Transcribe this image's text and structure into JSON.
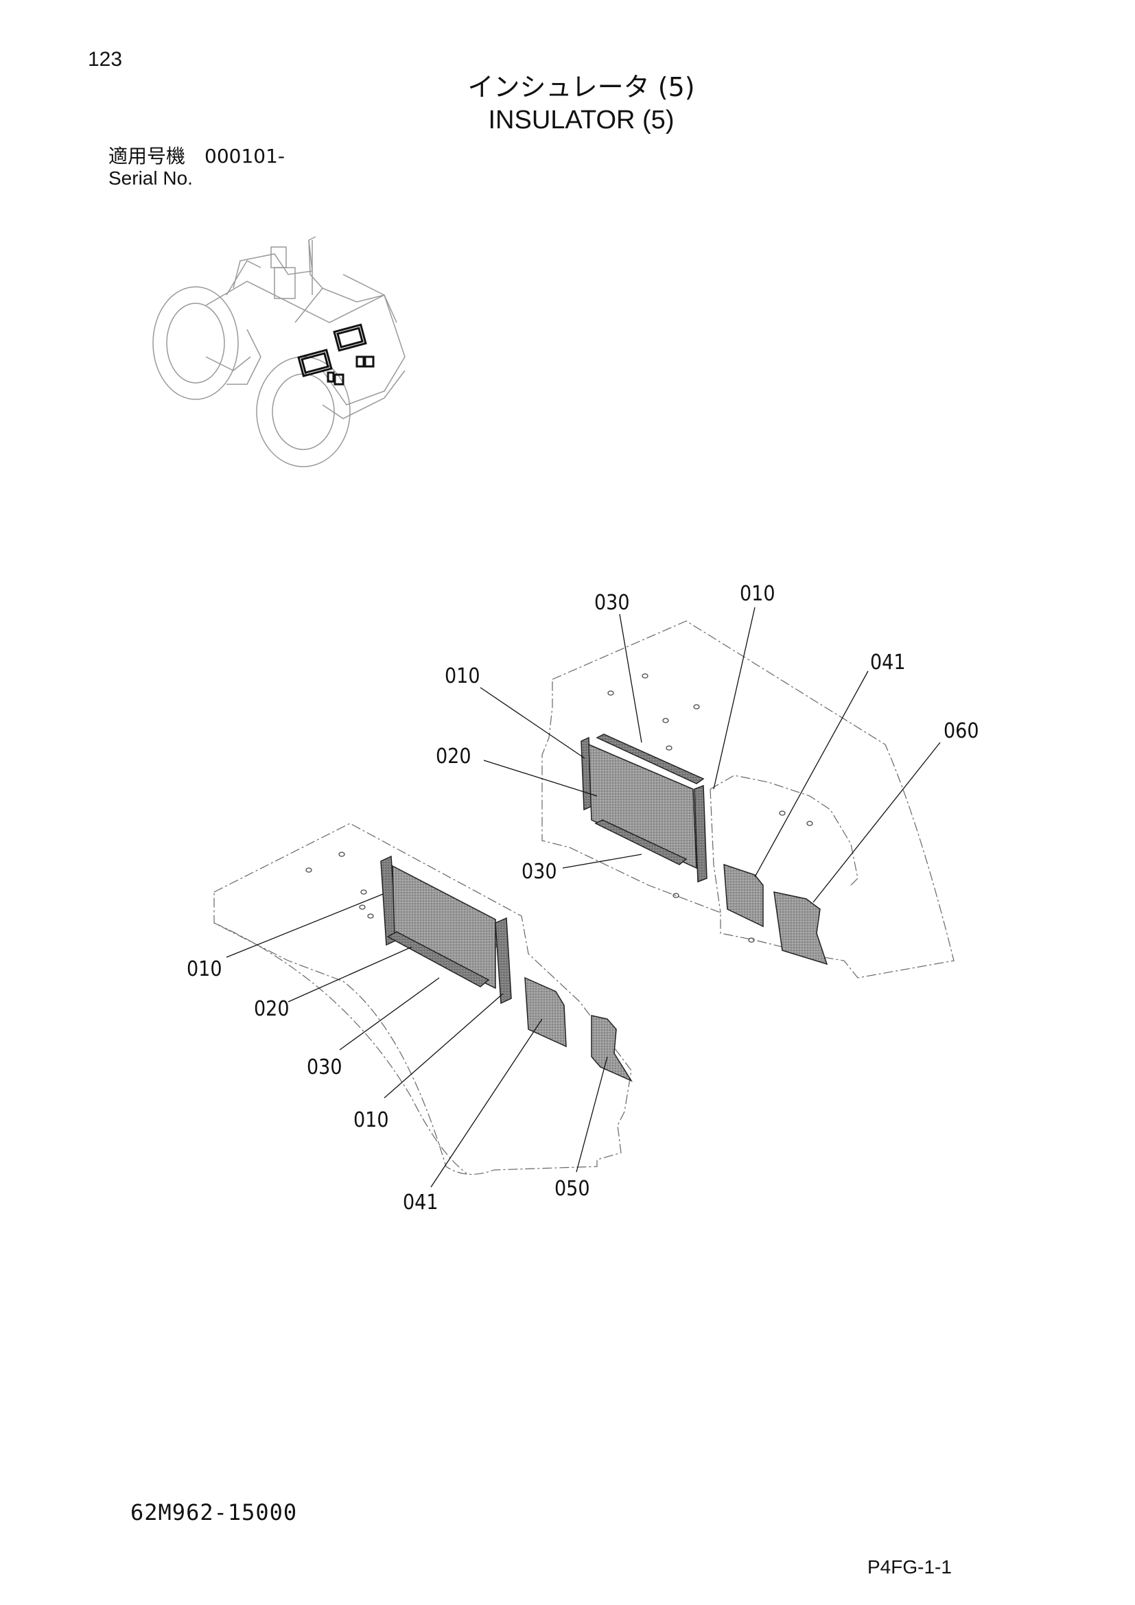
{
  "page": {
    "number": "123",
    "title_ja": "インシュレータ (5)",
    "title_en": "INSULATOR (5)",
    "serial_label_ja": "適用号機　000101-",
    "serial_label_en": "Serial No.",
    "drawing_number": "62M962-15000",
    "sheet_id": "P4FG-1-1"
  },
  "callouts": {
    "upper": {
      "c030_top": "030",
      "c010_topright": "010",
      "c010_left": "010",
      "c020": "020",
      "c041": "041",
      "c060": "060",
      "c030_bottom": "030"
    },
    "lower": {
      "c010_left": "010",
      "c020": "020",
      "c030": "030",
      "c010_bottom": "010",
      "c041": "041",
      "c050": "050"
    }
  }
}
